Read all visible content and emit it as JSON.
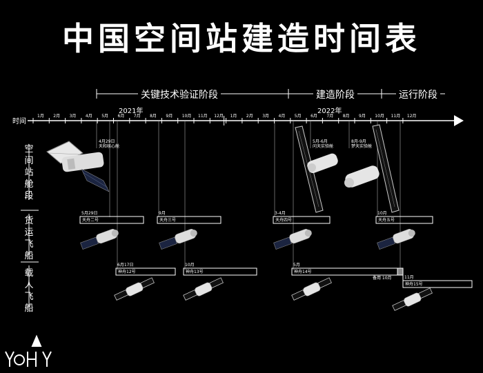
{
  "title": "中国空间站建造时间表",
  "phases": [
    {
      "label": "关键技术验证阶段"
    },
    {
      "label": "建造阶段"
    },
    {
      "label": "运行阶段"
    }
  ],
  "years": [
    "2021年",
    "2022年"
  ],
  "axis_label": "时间",
  "months_2021": [
    "1月",
    "2月",
    "3月",
    "4月",
    "5月",
    "6月",
    "7月",
    "8月",
    "9月",
    "10月",
    "11月",
    "12月"
  ],
  "months_2022": [
    "1月",
    "2月",
    "3月",
    "4月",
    "5月",
    "6月",
    "7月",
    "8月",
    "9月",
    "10月",
    "11月",
    "12月"
  ],
  "rows": {
    "station": "空间站舱段",
    "cargo": "货运飞船",
    "crew": "载人飞船"
  },
  "station_events": [
    {
      "date": "4月29日",
      "name": "天和核心舱"
    },
    {
      "date": "5月-6月",
      "name": "问天实验舱"
    },
    {
      "date": "8月-9月",
      "name": "梦天实验舱"
    }
  ],
  "cargo_events": [
    {
      "date": "5月29日",
      "name": "天舟二号"
    },
    {
      "date": "9月",
      "name": "天舟三号"
    },
    {
      "date": "3-4月",
      "name": "天舟四号"
    },
    {
      "date": "10月",
      "name": "天舟五号"
    }
  ],
  "crew_events": [
    {
      "date": "6月17日",
      "name": "神舟12号"
    },
    {
      "date": "10月",
      "name": "神舟13号"
    },
    {
      "date": "5月",
      "name": "神舟14号"
    },
    {
      "date": "备用 10月",
      "name": ""
    },
    {
      "date": "11月",
      "name": "神舟15号"
    }
  ],
  "logo": "YOHY"
}
